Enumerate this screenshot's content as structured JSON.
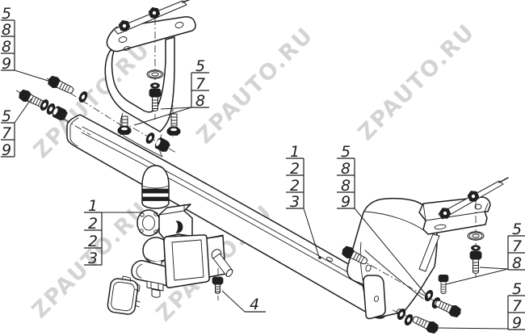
{
  "drawing": {
    "background": "#ffffff",
    "line_color": "#1f1f1f",
    "watermark": {
      "text": "ZPAUTO.RU",
      "color": "#cdcdcd"
    }
  },
  "callouts": {
    "top_left": {
      "rows": [
        "5",
        "8",
        "8",
        "9"
      ]
    },
    "left": {
      "rows": [
        "5",
        "7",
        "9"
      ]
    },
    "top_center": {
      "rows": [
        "5",
        "7",
        "8"
      ]
    },
    "center_left": {
      "rows": [
        "1",
        "2",
        "2",
        "3"
      ]
    },
    "center_right": {
      "rows": [
        "5",
        "8",
        "8",
        "9"
      ]
    },
    "bottom_left": {
      "rows": [
        "1",
        "2",
        "2",
        "3"
      ]
    },
    "right_upper": {
      "rows": [
        "5",
        "7",
        "8"
      ]
    },
    "right_lower": {
      "rows": [
        "5",
        "7",
        "9"
      ]
    },
    "single": {
      "label": "4"
    }
  }
}
